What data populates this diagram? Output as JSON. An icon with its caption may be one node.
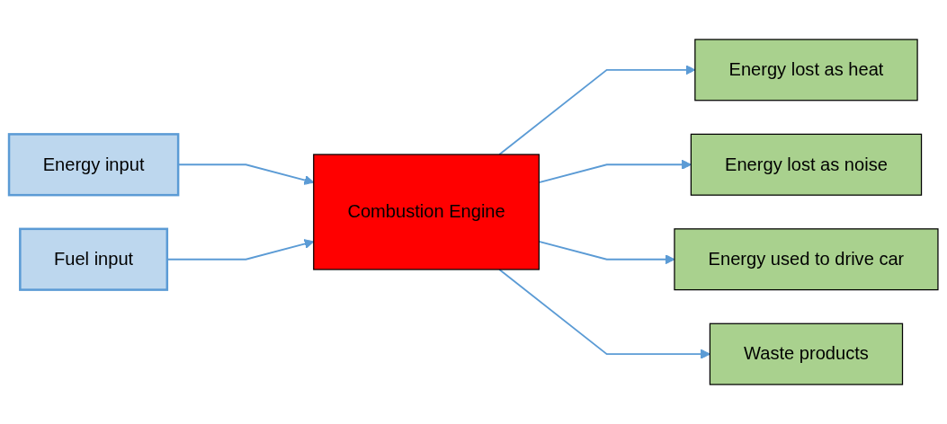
{
  "diagram": {
    "nodes": [
      {
        "text": [
          "Energy input"
        ]
      },
      {
        "text": [
          "Fuel input"
        ]
      },
      {
        "text": [
          "Combustion Engine"
        ]
      },
      {
        "text": [
          "Energy lost as heat"
        ]
      },
      {
        "text": [
          "Energy lost as noise"
        ]
      },
      {
        "text": [
          "Energy used to drive car"
        ]
      },
      {
        "text": [
          "Waste products"
        ]
      }
    ],
    "edges": [
      {
        "from": 0,
        "to": 2,
        "arrow": "to"
      },
      {
        "from": 1,
        "to": 2,
        "arrow": "to"
      },
      {
        "from": 2,
        "to": 3,
        "arrow": "to"
      },
      {
        "from": 2,
        "to": 4,
        "arrow": "to"
      },
      {
        "from": 2,
        "to": 5,
        "arrow": "to"
      },
      {
        "from": 2,
        "to": 6,
        "arrow": "to"
      }
    ]
  }
}
